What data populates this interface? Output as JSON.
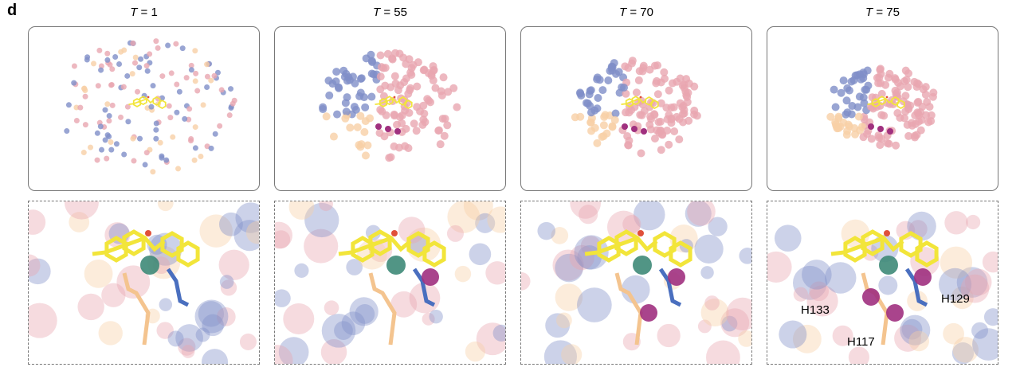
{
  "panel_letter": "d",
  "panels": [
    {
      "var": "T",
      "eq": " = ",
      "value": "1"
    },
    {
      "var": "T",
      "eq": " = ",
      "value": "55"
    },
    {
      "var": "T",
      "eq": " = ",
      "value": "70"
    },
    {
      "var": "T",
      "eq": " = ",
      "value": "75"
    }
  ],
  "residue_labels": {
    "h133": "H133",
    "h129": "H129",
    "h117": "H117"
  },
  "colors": {
    "blue": "#7f8fc8",
    "pink": "#e8a6b0",
    "peach": "#f7cfa6",
    "magenta": "#a0307f",
    "teal": "#3e8a78",
    "ligand": "#f2e53a",
    "border": "#777777"
  }
}
